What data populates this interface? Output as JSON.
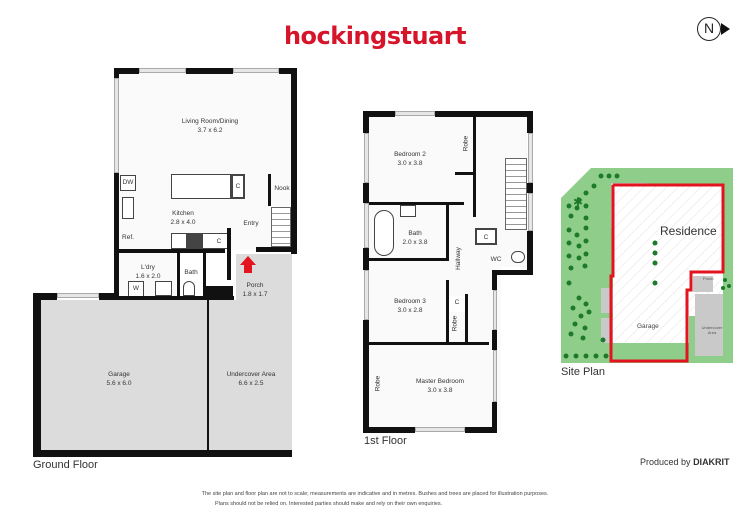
{
  "header": {
    "brand": "hockingstuart",
    "brand_color": "#d6152b",
    "compass_label": "N",
    "compass_icon": "north-arrow-icon"
  },
  "ground_floor": {
    "caption": "Ground Floor",
    "rooms": [
      {
        "name": "Living Room/Dining",
        "size": "3.7 x 6.2"
      },
      {
        "name": "Kitchen",
        "size": "2.8 x 4.0"
      },
      {
        "name": "L'dry",
        "size": "1.6 x 2.0"
      },
      {
        "name": "Bath",
        "size": ""
      },
      {
        "name": "Entry",
        "size": ""
      },
      {
        "name": "Nook",
        "size": ""
      },
      {
        "name": "Porch",
        "size": "1.8 x 1.7"
      },
      {
        "name": "Garage",
        "size": "5.6 x 6.0"
      },
      {
        "name": "Undercover Area",
        "size": "6.6 x 2.5"
      }
    ],
    "fixtures": {
      "dw": "DW",
      "ref": "Ref.",
      "cupboard": "C",
      "washer": "W"
    }
  },
  "first_floor": {
    "caption": "1st Floor",
    "rooms": [
      {
        "name": "Bedroom 2",
        "size": "3.0 x 3.8"
      },
      {
        "name": "Bath",
        "size": "2.0 x 3.8"
      },
      {
        "name": "Bedroom 3",
        "size": "3.0 x 2.8"
      },
      {
        "name": "Master Bedroom",
        "size": "3.0 x 3.8"
      },
      {
        "name": "Hallway",
        "size": ""
      },
      {
        "name": "WC",
        "size": ""
      }
    ],
    "fixtures": {
      "robe": "Robe",
      "cupboard": "C"
    }
  },
  "site_plan": {
    "caption": "Site Plan",
    "labels": {
      "residence": "Residence",
      "garage": "Garage",
      "porch": "Porch",
      "undercover": "Undercover Area"
    },
    "colors": {
      "boundary": "#e3141f",
      "lawn": "#8fce8a",
      "tree": "#1d7a2a",
      "paving": "#c8c8c8"
    }
  },
  "footer": {
    "produced_by": "Produced by",
    "producer": "DIAKRIT",
    "disclaimer_line1": "The site plan and floor plan are not to scale; measurements are indicative and in metres. Bushes and trees are placed for illustration purposes.",
    "disclaimer_line2": "Plans should not be relied on. Interested parties should make and rely on their own enquiries."
  }
}
